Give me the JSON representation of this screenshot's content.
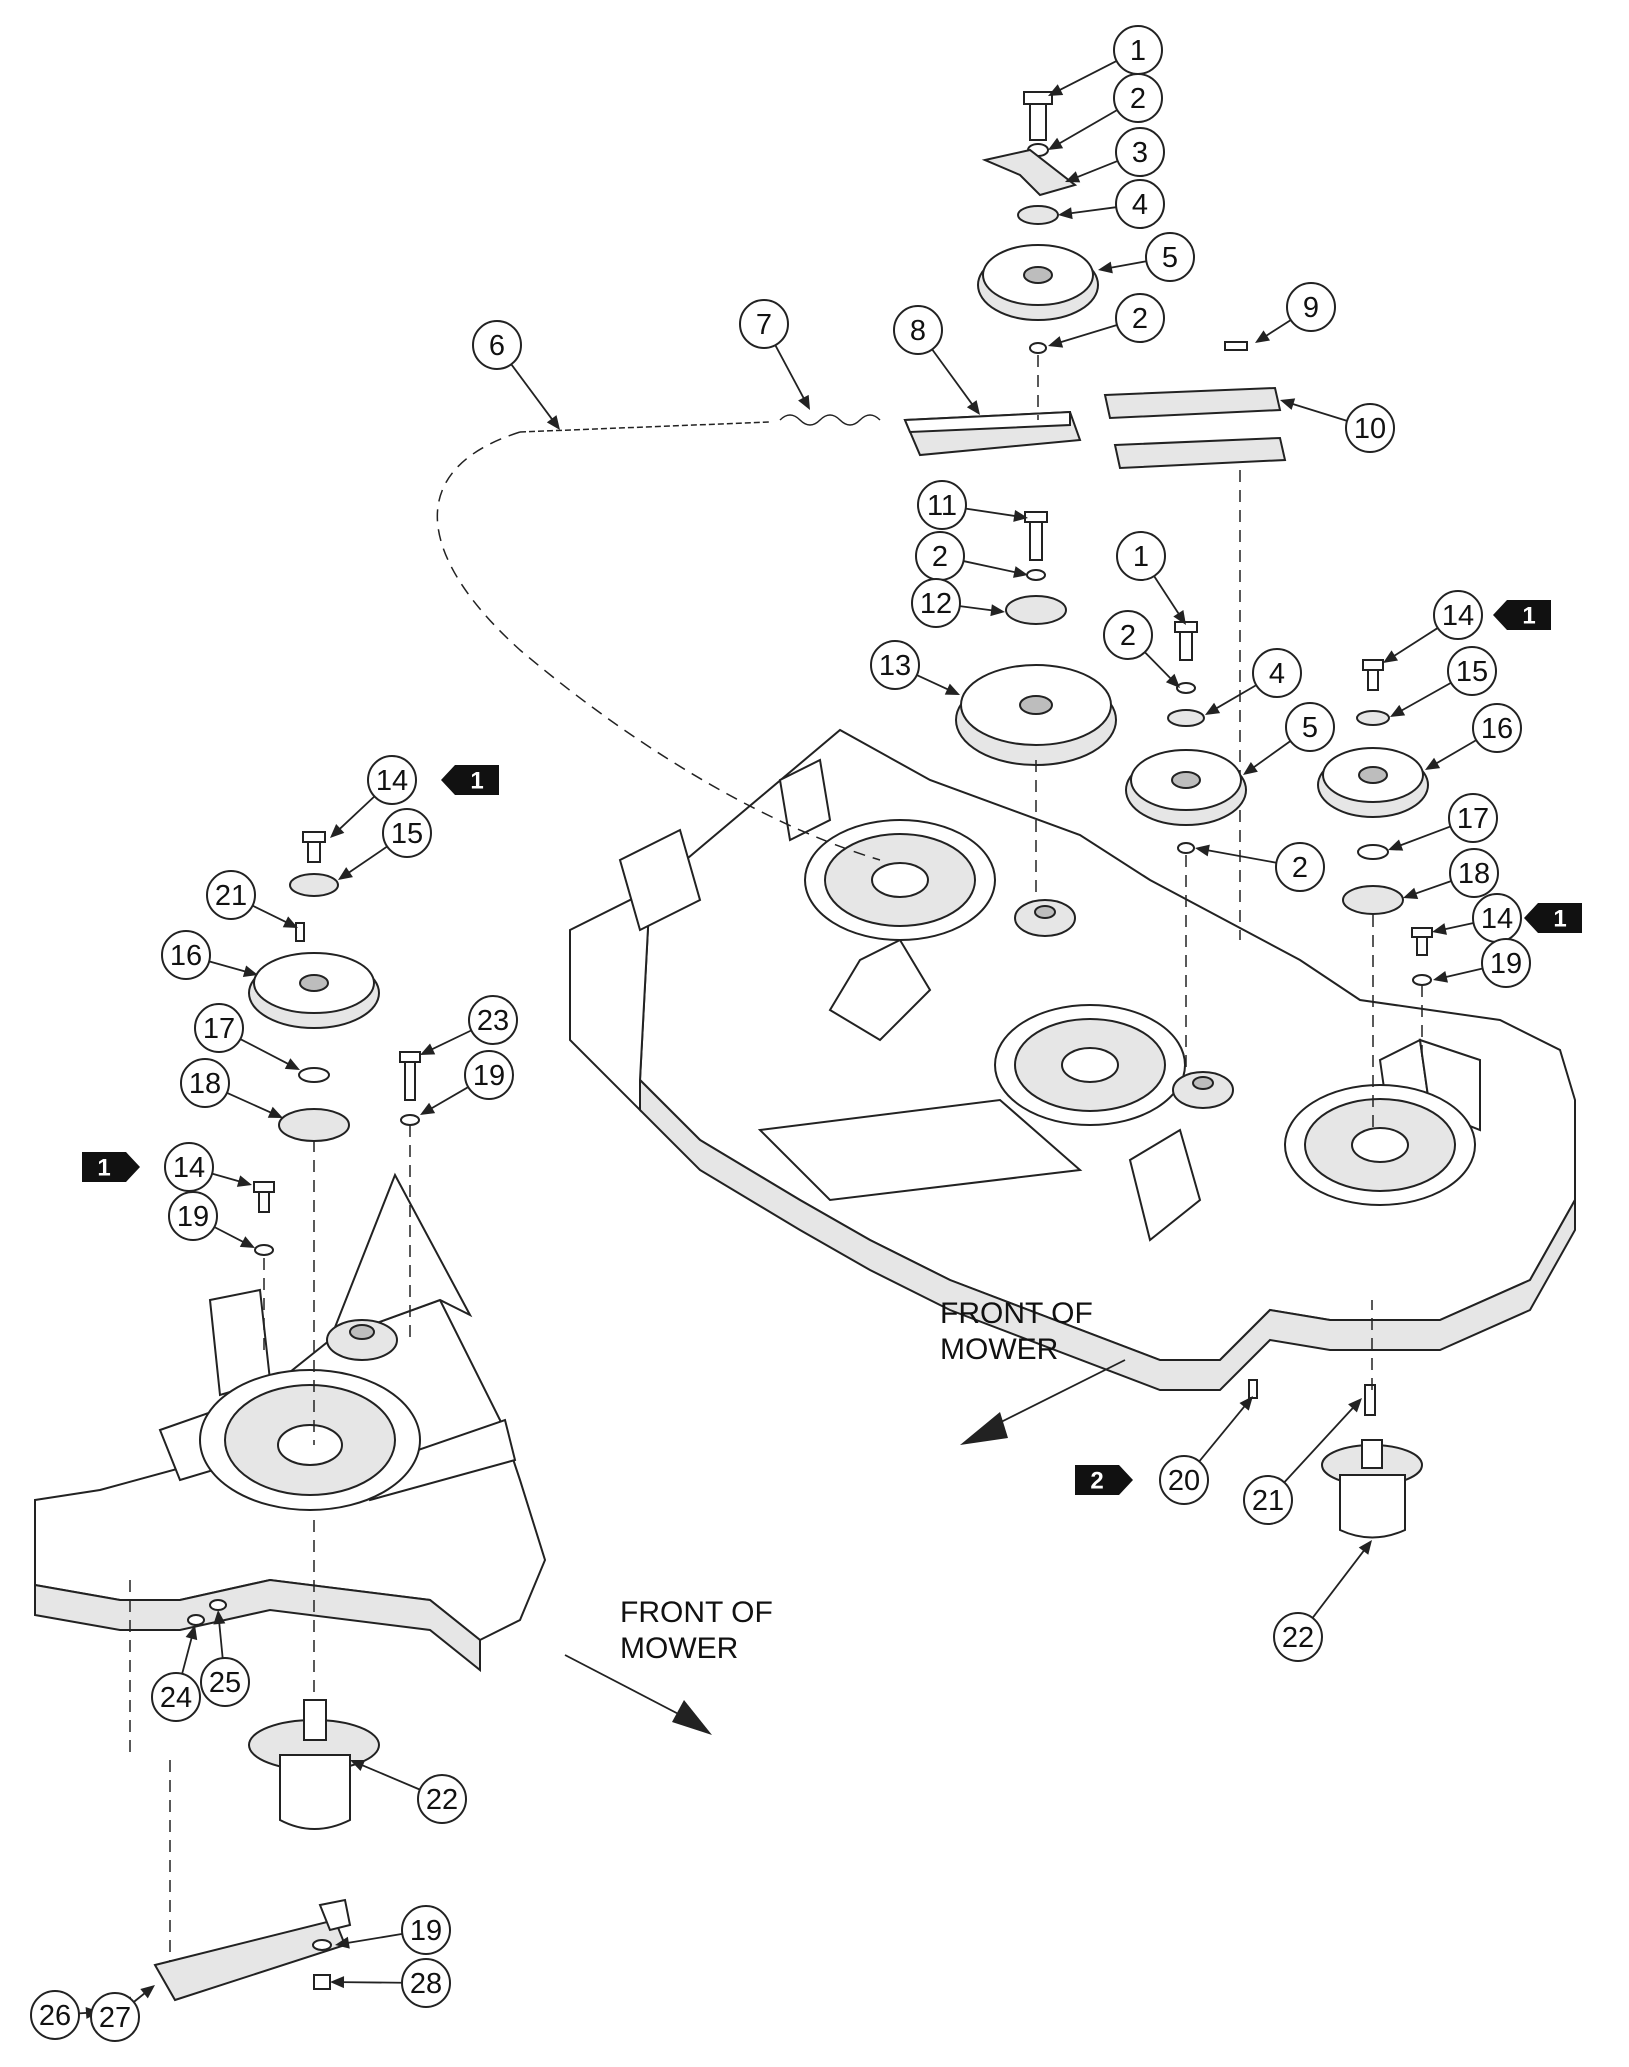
{
  "callouts": [
    {
      "id": "c1a",
      "label": "1"
    },
    {
      "id": "c2a",
      "label": "2"
    },
    {
      "id": "c3",
      "label": "3"
    },
    {
      "id": "c4a",
      "label": "4"
    },
    {
      "id": "c5a",
      "label": "5"
    },
    {
      "id": "c2b",
      "label": "2"
    },
    {
      "id": "c6",
      "label": "6"
    },
    {
      "id": "c7",
      "label": "7"
    },
    {
      "id": "c8",
      "label": "8"
    },
    {
      "id": "c9",
      "label": "9"
    },
    {
      "id": "c10",
      "label": "10"
    },
    {
      "id": "c11",
      "label": "11"
    },
    {
      "id": "c2c",
      "label": "2"
    },
    {
      "id": "c12",
      "label": "12"
    },
    {
      "id": "c13",
      "label": "13"
    },
    {
      "id": "c1b",
      "label": "1"
    },
    {
      "id": "c2d",
      "label": "2"
    },
    {
      "id": "c4b",
      "label": "4"
    },
    {
      "id": "c5b",
      "label": "5"
    },
    {
      "id": "c2e",
      "label": "2"
    },
    {
      "id": "c14a",
      "label": "14"
    },
    {
      "id": "c15a",
      "label": "15"
    },
    {
      "id": "c16a",
      "label": "16"
    },
    {
      "id": "c17a",
      "label": "17"
    },
    {
      "id": "c18a",
      "label": "18"
    },
    {
      "id": "c14b",
      "label": "14"
    },
    {
      "id": "c19a",
      "label": "19"
    },
    {
      "id": "c20",
      "label": "20"
    },
    {
      "id": "c21a",
      "label": "21"
    },
    {
      "id": "c22a",
      "label": "22"
    },
    {
      "id": "c14c",
      "label": "14"
    },
    {
      "id": "c15b",
      "label": "15"
    },
    {
      "id": "c21b",
      "label": "21"
    },
    {
      "id": "c16b",
      "label": "16"
    },
    {
      "id": "c17b",
      "label": "17"
    },
    {
      "id": "c18b",
      "label": "18"
    },
    {
      "id": "c23",
      "label": "23"
    },
    {
      "id": "c19b",
      "label": "19"
    },
    {
      "id": "c14d",
      "label": "14"
    },
    {
      "id": "c19c",
      "label": "19"
    },
    {
      "id": "c24",
      "label": "24"
    },
    {
      "id": "c25",
      "label": "25"
    },
    {
      "id": "c22b",
      "label": "22"
    },
    {
      "id": "c19d",
      "label": "19"
    },
    {
      "id": "c28",
      "label": "28"
    },
    {
      "id": "c26",
      "label": "26"
    },
    {
      "id": "c27",
      "label": "27"
    }
  ],
  "flags": [
    {
      "id": "f1",
      "label": "1"
    },
    {
      "id": "f2",
      "label": "1"
    },
    {
      "id": "f3",
      "label": "1"
    },
    {
      "id": "f4",
      "label": "1"
    },
    {
      "id": "f5",
      "label": "2"
    }
  ],
  "front_labels": [
    {
      "id": "front-right",
      "lines": [
        "FRONT OF",
        "MOWER"
      ]
    },
    {
      "id": "front-left",
      "lines": [
        "FRONT OF",
        "MOWER"
      ]
    }
  ]
}
